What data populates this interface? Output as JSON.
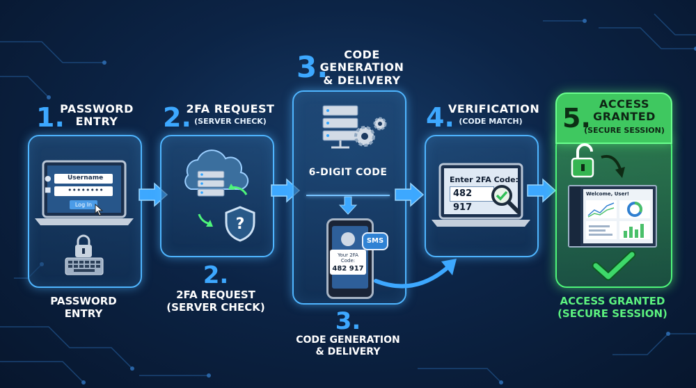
{
  "steps": [
    {
      "number": "1.",
      "title_line1": "PASSWORD",
      "title_line2": "ENTRY",
      "username": "Username",
      "password_mask": "••••••••",
      "button": "Log In",
      "caption_line1": "PASSWORD",
      "caption_line2": "ENTRY"
    },
    {
      "number": "2.",
      "title": "2FA REQUEST",
      "subtitle": "(SERVER CHECK)",
      "caption_number": "2.",
      "caption_line1": "2FA REQUEST",
      "caption_line2": "(SERVER CHECK)"
    },
    {
      "number": "3.",
      "title_line1": "CODE",
      "title_line2": "GENERATION",
      "title_line3": "& DELIVERY",
      "code_label": "6-DIGIT CODE",
      "sms_badge": "SMS",
      "phone_text": "Your 2FA Code:",
      "phone_code": "482 917",
      "caption_number": "3.",
      "caption_line1": "CODE GENERATION",
      "caption_line2": "& DELIVERY"
    },
    {
      "number": "4.",
      "title": "VERIFICATION",
      "subtitle": "(CODE MATCH)",
      "enter_label": "Enter 2FA Code:",
      "entered_code": "482 917"
    },
    {
      "number": "5.",
      "title_line1": "ACCESS",
      "title_line2": "GRANTED",
      "subtitle": "(SECURE SESSION)",
      "welcome": "Welcome, User!",
      "caption_line1": "ACCESS GRANTED",
      "caption_line2": "(SECURE SESSION)"
    }
  ],
  "icons": [
    "laptop-icon",
    "padlock-icon",
    "keyboard-icon",
    "cloud-server-icon",
    "shield-question-icon",
    "server-gear-icon",
    "phone-icon",
    "magnifier-check-icon",
    "unlock-icon",
    "checkmark-icon",
    "flow-arrow-icon"
  ],
  "colors": {
    "accent": "#3da8ff",
    "green": "#4ef57a",
    "panel_border": "#4fb5ff",
    "background": "#0c2446"
  }
}
